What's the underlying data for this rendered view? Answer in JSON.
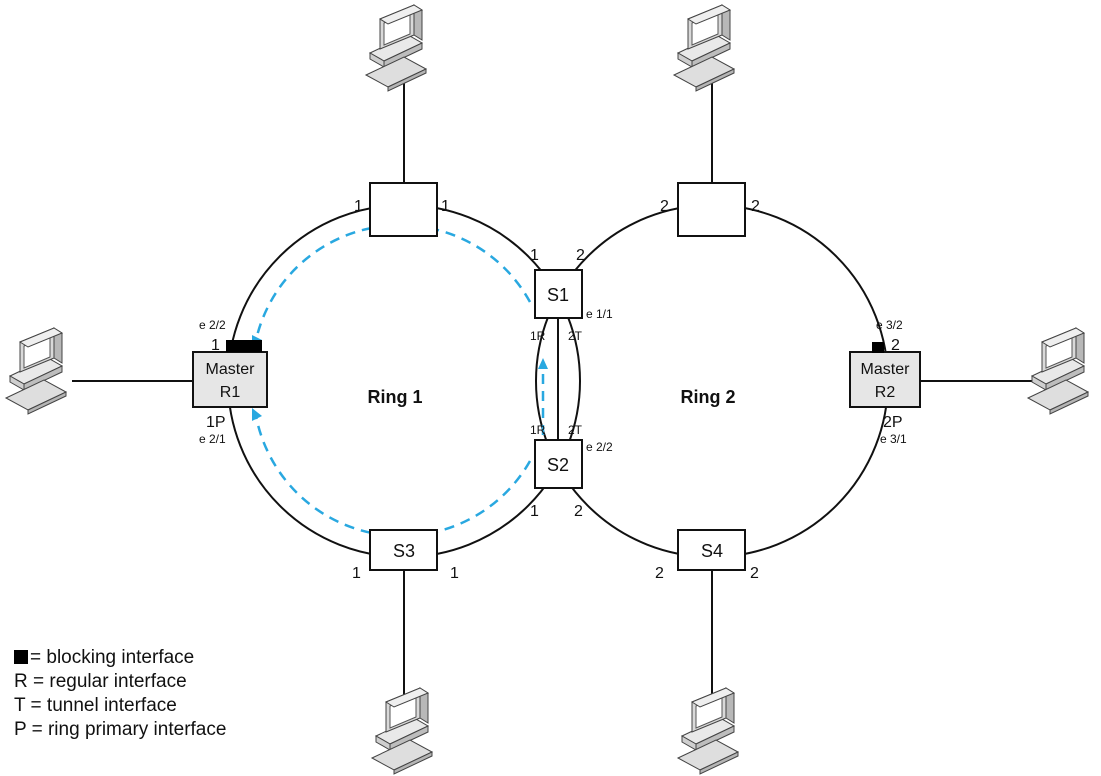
{
  "rings": [
    {
      "title": "Ring 1"
    },
    {
      "title": "Ring 2"
    }
  ],
  "nodes": {
    "top_left_switch": {
      "label": ""
    },
    "top_right_switch": {
      "label": ""
    },
    "s1": {
      "label": "S1"
    },
    "s2": {
      "label": "S2"
    },
    "s3": {
      "label": "S3"
    },
    "s4": {
      "label": "S4"
    },
    "r1": {
      "line1": "Master",
      "line2": "R1"
    },
    "r2": {
      "line1": "Master",
      "line2": "R2"
    }
  },
  "port_labels": {
    "tl_left": "1",
    "tl_right": "1",
    "tr_left": "2",
    "tr_right": "2",
    "s1_left": "1",
    "s1_right": "2",
    "s1_iface": "e 1/1",
    "s1_1r": "1R",
    "s1_2t": "2T",
    "s2_1r": "1R",
    "s2_2t": "2T",
    "s2_iface": "e 2/2",
    "s2_left": "1",
    "s2_right": "2",
    "s3_left": "1",
    "s3_right": "1",
    "s4_left": "2",
    "s4_right": "2",
    "r1_top_iface": "e 2/2",
    "r1_top": "1",
    "r1_bottom": "1P",
    "r1_bottom_iface": "e 2/1",
    "r2_top_iface": "e 3/2",
    "r2_top": "2",
    "r2_bottom": "2P",
    "r2_bottom_iface": "e 3/1"
  },
  "legend": [
    {
      "symbol": "blocking-square",
      "text": "= blocking interface"
    },
    {
      "symbol": "",
      "text": "R = regular interface"
    },
    {
      "symbol": "",
      "text": "T = tunnel interface"
    },
    {
      "symbol": "",
      "text": "P = ring primary interface"
    }
  ],
  "colors": {
    "ring_line": "#111111",
    "rhp_path": "#29a8e0",
    "blocking": "#000000",
    "master_fill": "#e6e6e6",
    "computer_body": "#d9d9d9",
    "computer_screen": "#ffffff"
  },
  "icons": {
    "computer": "computer-icon",
    "blocking": "blocking-port-icon"
  }
}
